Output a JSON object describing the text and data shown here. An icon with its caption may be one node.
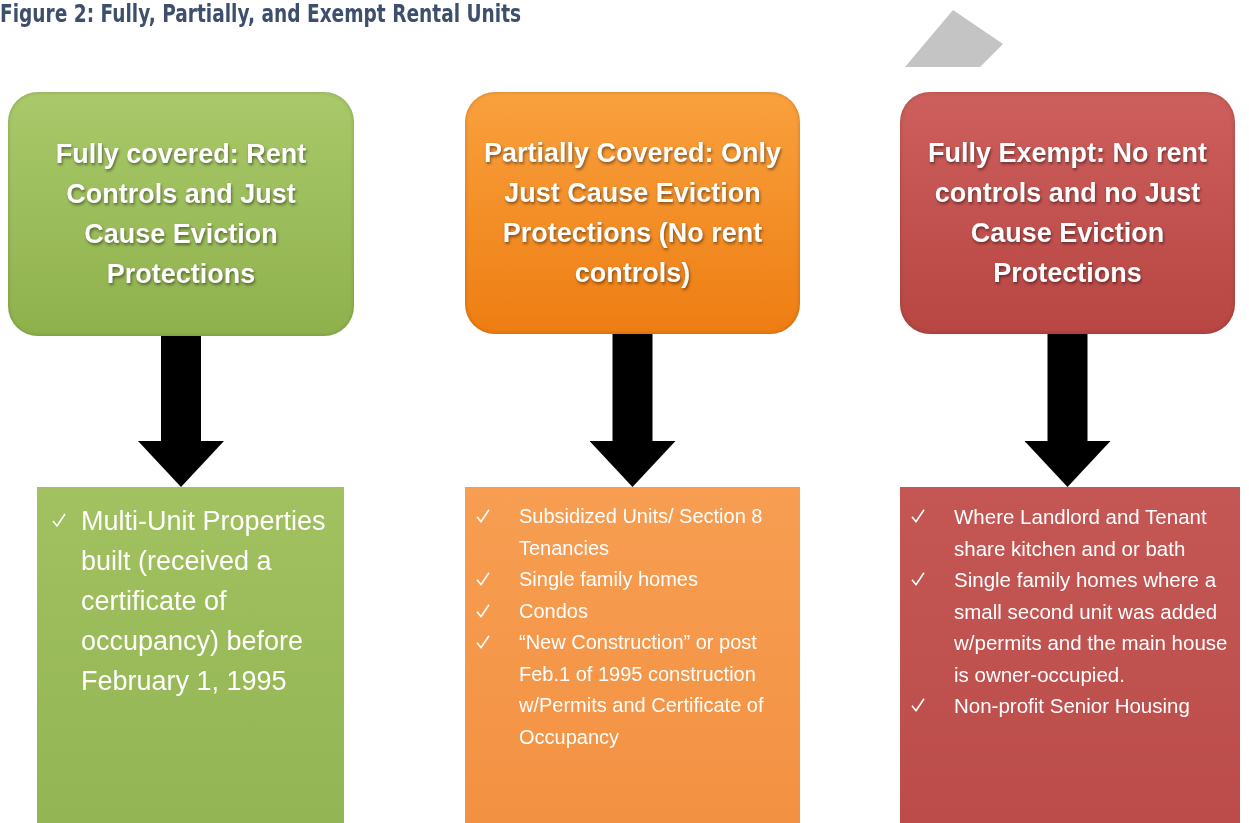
{
  "diagram": {
    "title": "Figure 2: Fully, Partially, and Exempt Rental Units",
    "nodes": [
      {
        "text": [],
        "shape": "chevron"
      },
      {
        "text": [
          "Fully covered: Rent Controls and Just Cause Eviction Protections"
        ]
      },
      {
        "text": [
          "Partially Covered: Only Just Cause Eviction Protections (No rent controls)"
        ]
      },
      {
        "text": [
          "Fully Exempt: No rent controls and no Just Cause Eviction Protections"
        ]
      },
      {
        "text": [
          "Multi-Unit Properties built (received a certificate of occupancy) before February 1, 1995"
        ]
      },
      {
        "text": [
          "Subsidized Units/ Section 8 Tenancies",
          "Single family homes",
          "Condos",
          "“New Construction” or post Feb.1 of 1995 construction w/Permits and Certificate of Occupancy"
        ]
      },
      {
        "text": [
          "Where Landlord and Tenant share kitchen and or bath",
          "Single family homes where a small second unit was added w/permits and the main house is owner-occupied.",
          "Non-profit Senior Housing"
        ]
      }
    ],
    "edges": [
      {
        "from": 1,
        "to": 4,
        "arrow": "to"
      },
      {
        "from": 2,
        "to": 5,
        "arrow": "to"
      },
      {
        "from": 3,
        "to": 6,
        "arrow": "to"
      }
    ]
  }
}
